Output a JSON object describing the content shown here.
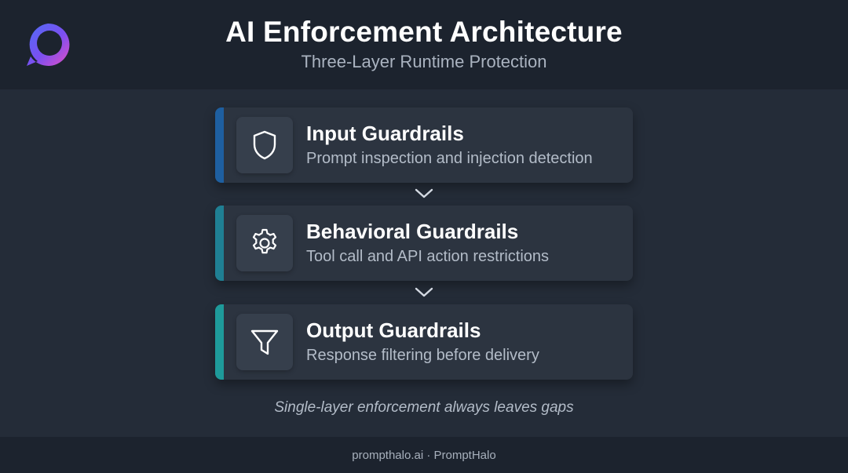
{
  "header": {
    "title": "AI Enforcement Architecture",
    "subtitle": "Three-Layer Runtime Protection"
  },
  "layers": [
    {
      "title": "Input Guardrails",
      "description": "Prompt inspection and injection detection",
      "icon": "shield-icon",
      "accent_color": "#1e5fa0"
    },
    {
      "title": "Behavioral Guardrails",
      "description": "Tool call and API action restrictions",
      "icon": "gear-icon",
      "accent_color": "#1f7f93"
    },
    {
      "title": "Output Guardrails",
      "description": "Response filtering before delivery",
      "icon": "filter-icon",
      "accent_color": "#1e9a9a"
    }
  ],
  "tagline": "Single-layer enforcement always leaves gaps",
  "footer": {
    "text": "prompthalo.ai · PromptHalo"
  },
  "colors": {
    "background": "#242c38",
    "header_background": "#1c232e",
    "card_background": "#2c3440",
    "logo_gradient_start": "#5b5cf0",
    "logo_gradient_end": "#e24fc6"
  }
}
